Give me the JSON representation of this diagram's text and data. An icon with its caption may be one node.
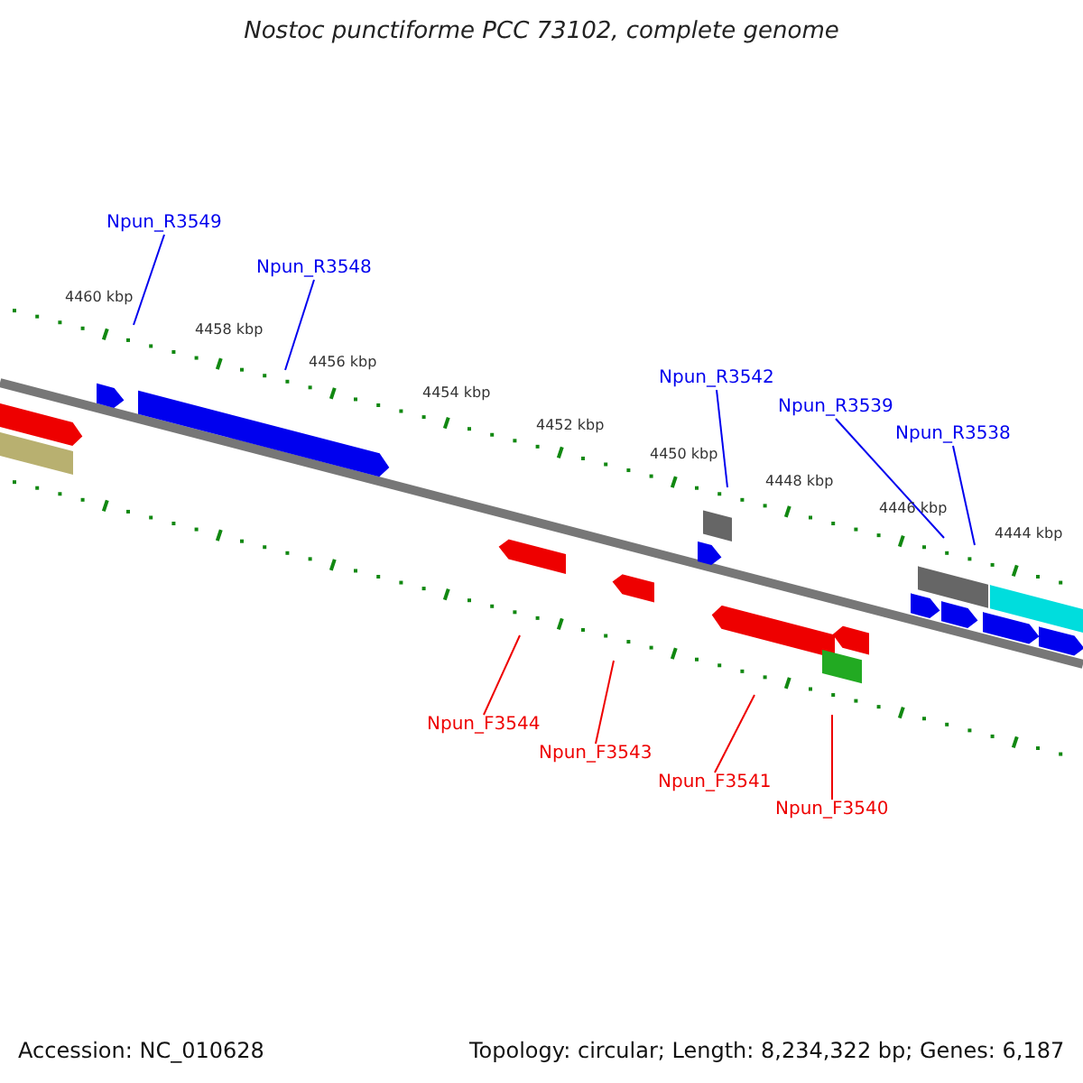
{
  "diagram": {
    "title": "Nostoc punctiforme PCC 73102, complete genome",
    "nodes": [
      {
        "text": [
          "Npun_R3549"
        ]
      },
      {
        "text": [
          "Npun_R3548"
        ]
      },
      {
        "text": [
          "Npun_R3542"
        ]
      },
      {
        "text": [
          "Npun_R3539"
        ]
      },
      {
        "text": [
          "Npun_R3538"
        ]
      },
      {
        "text": [
          "Npun_F3544"
        ]
      },
      {
        "text": [
          "Npun_F3543"
        ]
      },
      {
        "text": [
          "Npun_F3541"
        ]
      },
      {
        "text": [
          "Npun_F3540"
        ]
      }
    ],
    "edges": [
      {
        "from": 0,
        "to": null,
        "arrow": "none"
      },
      {
        "from": 1,
        "to": null,
        "arrow": "none"
      },
      {
        "from": 2,
        "to": null,
        "arrow": "none"
      },
      {
        "from": 3,
        "to": null,
        "arrow": "none"
      },
      {
        "from": 4,
        "to": null,
        "arrow": "none"
      },
      {
        "from": 5,
        "to": null,
        "arrow": "none",
        "color": "#ee0000"
      },
      {
        "from": 6,
        "to": null,
        "arrow": "none",
        "color": "#ee0000"
      },
      {
        "from": 7,
        "to": null,
        "arrow": "none",
        "color": "#ee0000"
      },
      {
        "from": 8,
        "to": null,
        "arrow": "none",
        "color": "#ee0000"
      }
    ],
    "labels": [
      "4460 kbp",
      "4458 kbp",
      "4456 kbp",
      "4454 kbp",
      "4452 kbp",
      "4450 kbp",
      "4448 kbp",
      "4446 kbp",
      "4444 kbp",
      "Accession: NC_010628",
      "Topology: circular; Length: 8,234,322 bp; Genes: 6,187"
    ]
  }
}
